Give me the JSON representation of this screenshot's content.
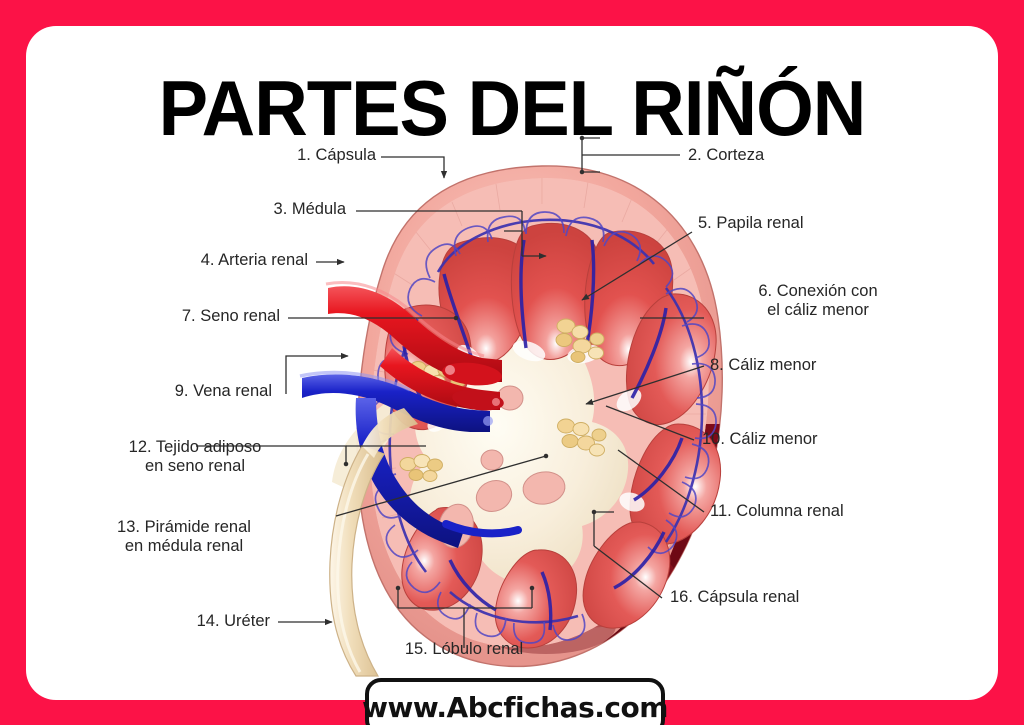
{
  "poster": {
    "title": "PARTES DEL RIÑÓN",
    "frame_color": "#fc1247",
    "card_color": "#ffffff",
    "title_color": "#000000"
  },
  "footer": {
    "website": "www.Abcfichas.com"
  },
  "diagram": {
    "subject": "kidney-cross-section",
    "colors": {
      "artery": "#e8161f",
      "vein": "#1a22c8",
      "cortex": "#f2a8a0",
      "pyramid": "#e8504f",
      "capsule_outer": "#8e0f1c",
      "sinus_fat": "#f6eccd",
      "adipose": "#e8c478",
      "ureter": "#efdcba",
      "leader_line": "#3a3a3a"
    }
  },
  "labels": [
    {
      "id": 1,
      "number": "1.",
      "line1": "Cápsula",
      "line2": "",
      "side": "left"
    },
    {
      "id": 2,
      "number": "2.",
      "line1": "Corteza",
      "line2": "",
      "side": "right"
    },
    {
      "id": 3,
      "number": "3.",
      "line1": "Médula",
      "line2": "",
      "side": "left"
    },
    {
      "id": 4,
      "number": "4.",
      "line1": "Arteria renal",
      "line2": "",
      "side": "left"
    },
    {
      "id": 5,
      "number": "5.",
      "line1": "Papila renal",
      "line2": "",
      "side": "right"
    },
    {
      "id": 6,
      "number": "6.",
      "line1": "Conexión con",
      "line2": "el cáliz menor",
      "side": "right"
    },
    {
      "id": 7,
      "number": "7.",
      "line1": "Seno renal",
      "line2": "",
      "side": "left"
    },
    {
      "id": 8,
      "number": "8.",
      "line1": "Cáliz menor",
      "line2": "",
      "side": "right"
    },
    {
      "id": 9,
      "number": "9.",
      "line1": "Vena renal",
      "line2": "",
      "side": "left"
    },
    {
      "id": 10,
      "number": "10.",
      "line1": "Cáliz menor",
      "line2": "",
      "side": "right"
    },
    {
      "id": 11,
      "number": "11.",
      "line1": "Columna renal",
      "line2": "",
      "side": "right"
    },
    {
      "id": 12,
      "number": "12.",
      "line1": "Tejido adiposo",
      "line2": "en seno renal",
      "side": "left"
    },
    {
      "id": 13,
      "number": "13.",
      "line1": "Pirámide renal",
      "line2": "en médula renal",
      "side": "left"
    },
    {
      "id": 14,
      "number": "14.",
      "line1": "Uréter",
      "line2": "",
      "side": "left"
    },
    {
      "id": 15,
      "number": "15.",
      "line1": "Lóbulo renal",
      "line2": "",
      "side": "bottom"
    },
    {
      "id": 16,
      "number": "16.",
      "line1": "Cápsula renal",
      "line2": "",
      "side": "right"
    }
  ],
  "label_text": {
    "l1": "1. Cápsula",
    "l2": "2. Corteza",
    "l3": "3. Médula",
    "l4": "4. Arteria renal",
    "l5": "5. Papila renal",
    "l6a": "6. Conexión con",
    "l6b": "el cáliz menor",
    "l7": "7. Seno renal",
    "l8": "8. Cáliz menor",
    "l9": "9. Vena renal",
    "l10": "10. Cáliz menor",
    "l11": "11. Columna renal",
    "l12a": "12. Tejido adiposo",
    "l12b": "en seno renal",
    "l13a": "13. Pirámide renal",
    "l13b": "en médula renal",
    "l14": "14. Uréter",
    "l15": "15. Lóbulo renal",
    "l16": "16. Cápsula renal"
  }
}
